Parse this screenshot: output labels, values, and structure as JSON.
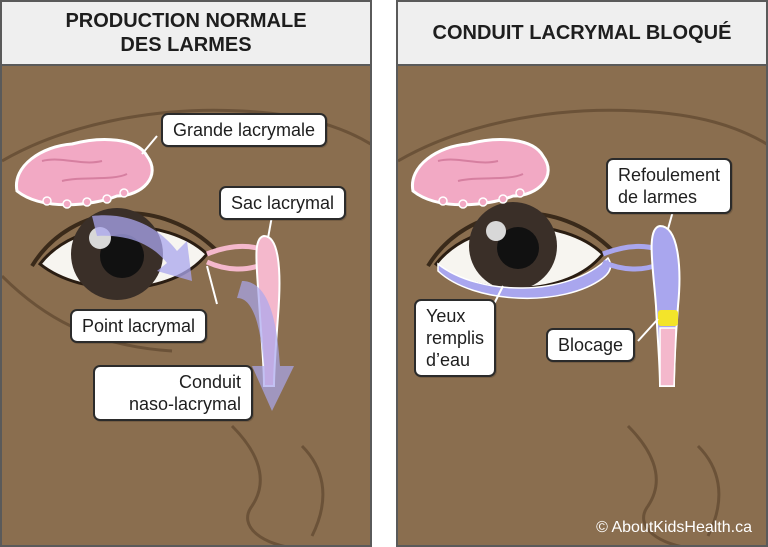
{
  "left_panel": {
    "title_line1": "PRODUCTION NORMALE",
    "title_line2": "DES LARMES",
    "labels": {
      "lacrimal_gland": "Grande lacrymale",
      "lacrimal_sac": "Sac lacrymal",
      "lacrimal_punctum": "Point lacrymal",
      "nasolacrimal_duct_line1": "Conduit",
      "nasolacrimal_duct_line2": "naso-lacrymal"
    }
  },
  "right_panel": {
    "title": "CONDUIT LACRYMAL BLOQUÉ",
    "labels": {
      "tear_backflow_line1": "Refoulement",
      "tear_backflow_line2": "de larmes",
      "watery_eyes_line1": "Yeux",
      "watery_eyes_line2": "remplis",
      "watery_eyes_line3": "d’eau",
      "blockage": "Blocage"
    },
    "copyright": "© AboutKidsHealth.ca"
  },
  "colors": {
    "skin": "#8a6e4f",
    "gland": "#f2a9c4",
    "duct": "#f4b8cc",
    "tears": "#a9a6ee",
    "blockage": "#f3e42a",
    "header_bg": "#efefef"
  }
}
